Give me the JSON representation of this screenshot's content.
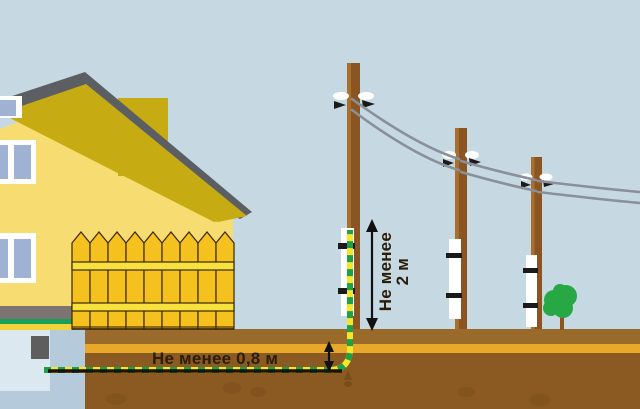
{
  "diagram": {
    "title_text": "",
    "labels": {
      "depth": "Не менее 0,8 м",
      "height_line1": "Не менее",
      "height_line2": "2 м"
    },
    "measurements": [
      {
        "name": "cable-burial-depth",
        "text": "Не менее 0,8 м",
        "value": 0.8,
        "unit": "м",
        "qualifier": "Не менее",
        "orientation": "horizontal"
      },
      {
        "name": "overhead-line-clearance",
        "text": "Не менее 2 м",
        "value": 2,
        "unit": "м",
        "qualifier": "Не менее",
        "orientation": "vertical"
      }
    ],
    "colors": {
      "sky": "#c6d9e3",
      "house_wall": "#f7dc72",
      "house_roof": "#c6ab12",
      "roof_edge": "#5b5f64",
      "chimney": "#c6ab12",
      "window_frame": "#ffffff",
      "window_glass": "#9fb2d4",
      "fence": "#f5c11e",
      "fence_rail": "#f7e23d",
      "fence_line": "#3b2708",
      "ground_top": "#9a6a2b",
      "ground_sand": "#e8a82a",
      "ground_deep": "#8a5a22",
      "basement_light": "#dce8f0",
      "basement_blue": "#b5cada",
      "basement_box": "#5e5e5e",
      "foundation_gray": "#7d7472",
      "foundation_green": "#17a05a",
      "pole": "#8a5522",
      "pole_marker": "#ffffff",
      "wire": "#8a9099",
      "cable_green": "#1ba14b",
      "cable_yellow": "#f7e52a",
      "tree_foliage": "#27a844",
      "tree_trunk": "#8a5522",
      "arrow": "#111111"
    },
    "elements": [
      {
        "name": "house",
        "label": "Жилой дом"
      },
      {
        "name": "chimney",
        "label": "Дымоход"
      },
      {
        "name": "fence",
        "label": "Забор"
      },
      {
        "name": "utility-pole-1",
        "label": "Опора 1"
      },
      {
        "name": "utility-pole-2",
        "label": "Опора 2"
      },
      {
        "name": "utility-pole-3",
        "label": "Опора 3"
      },
      {
        "name": "power-lines",
        "label": "Воздушная линия"
      },
      {
        "name": "buried-cable",
        "label": "Подземный кабель"
      },
      {
        "name": "basement",
        "label": "Подвал"
      },
      {
        "name": "shrub",
        "label": "Куст"
      }
    ]
  }
}
